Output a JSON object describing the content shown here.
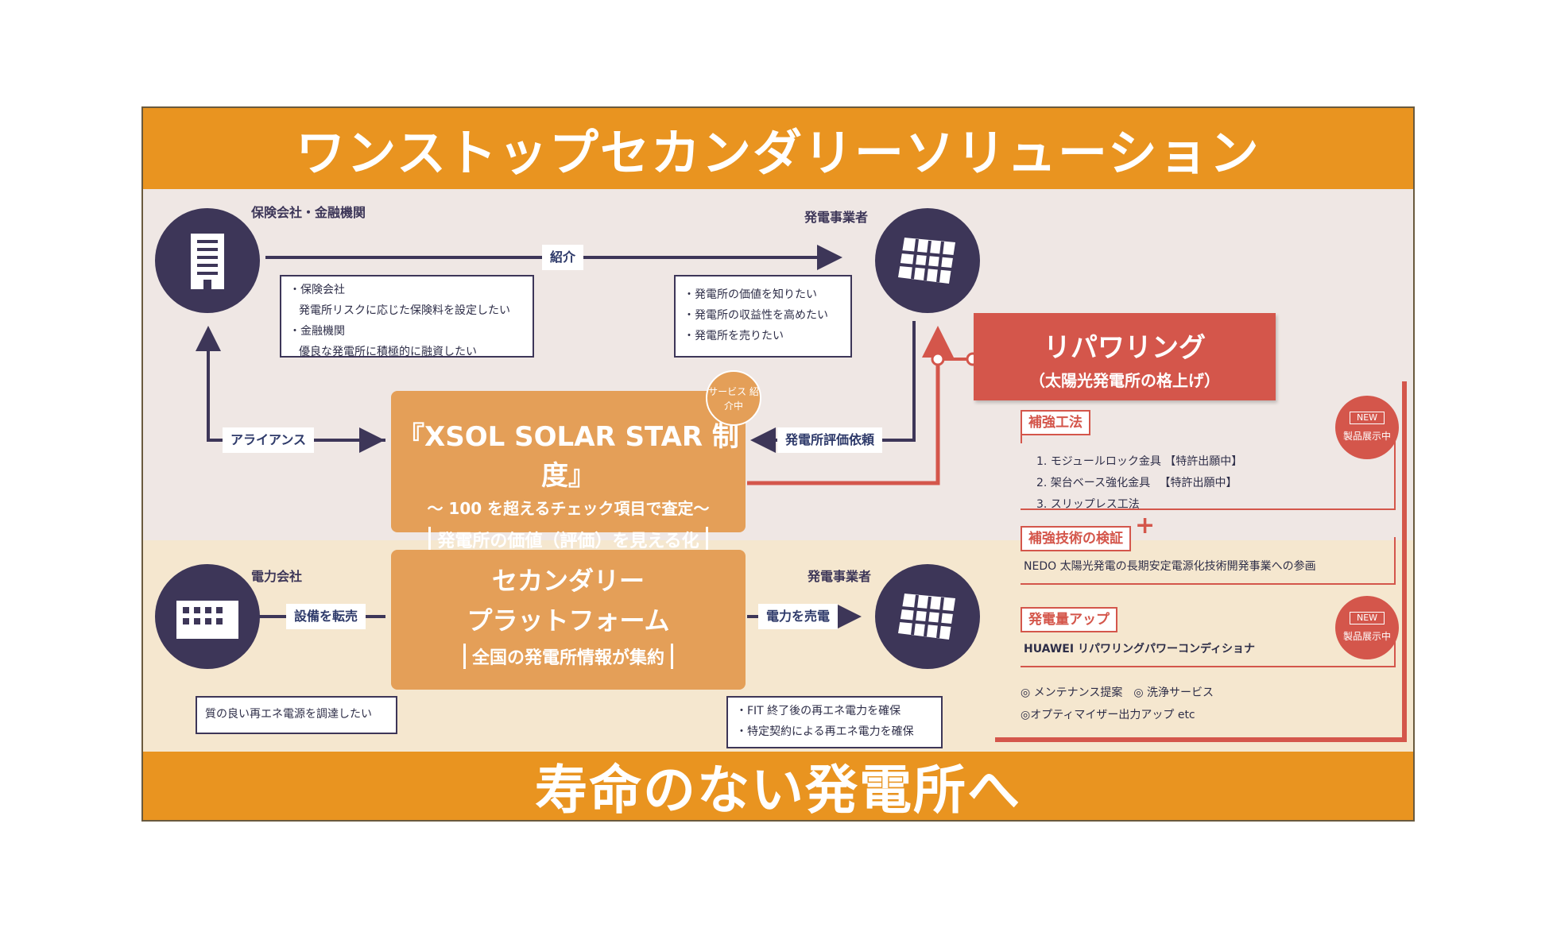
{
  "title": "ワンストップセカンダリーソリューション",
  "footer": "寿命のない発電所へ",
  "nodes": {
    "insurance_label": "保険会社・金融機関",
    "producer_top_label": "発電事業者",
    "power_company_label": "電力会社",
    "producer_bottom_label": "発電事業者"
  },
  "tags": {
    "introduction": "紹介",
    "alliance": "アライアンス",
    "evaluation_request": "発電所評価依頼",
    "sell_equipment": "設備を転売",
    "sell_power": "電力を売電"
  },
  "notes": {
    "insurance": [
      "・保険会社",
      "発電所リスクに応じた保険料を設定したい",
      "・金融機関",
      "優良な発電所に積極的に融資したい"
    ],
    "producer_top": [
      "・発電所の価値を知りたい",
      "・発電所の収益性を高めたい",
      "・発電所を売りたい"
    ],
    "power_company": [
      "質の良い再エネ電源を調達したい"
    ],
    "producer_bottom": [
      "・FIT 終了後の再エネ電力を確保",
      "・特定契約による再エネ電力を確保"
    ]
  },
  "xsol": {
    "title": "『XSOL SOLAR STAR 制度』",
    "subtitle": "～ 100 を超えるチェック項目で査定～",
    "bracket": "発電所の価値（評価）を見える化",
    "badge": "サービス 紹介中"
  },
  "platform": {
    "line1": "セカンダリー",
    "line2": "プラットフォーム",
    "bracket": "全国の発電所情報が集約"
  },
  "repowering": {
    "title": "リパワリング",
    "subtitle": "（太陽光発電所の格上げ）",
    "sections": [
      {
        "heading": "補強工法",
        "items": [
          "1. モジュールロック金具 【特許出願中】",
          "2. 架台ベース強化金具 　【特許出願中】",
          "3. スリップレス工法"
        ]
      },
      {
        "heading": "補強技術の検証",
        "items": [
          "NEDO 太陽光発電の長期安定電源化技術開発事業への参画"
        ]
      },
      {
        "heading": "発電量アップ",
        "items": [
          "HUAWEI リパワリングパワーコンディショナ"
        ]
      }
    ],
    "plus": "+",
    "new_badge": {
      "label": "NEW",
      "text": "製品展示中"
    },
    "extras": [
      "◎ メンテナンス提案　◎ 洗浄サービス",
      "◎オプティマイザー出力アップ etc"
    ]
  },
  "colors": {
    "orange": "#e99420",
    "navy": "#3d3658",
    "red": "#d4564b",
    "box_orange": "#e49f58"
  }
}
